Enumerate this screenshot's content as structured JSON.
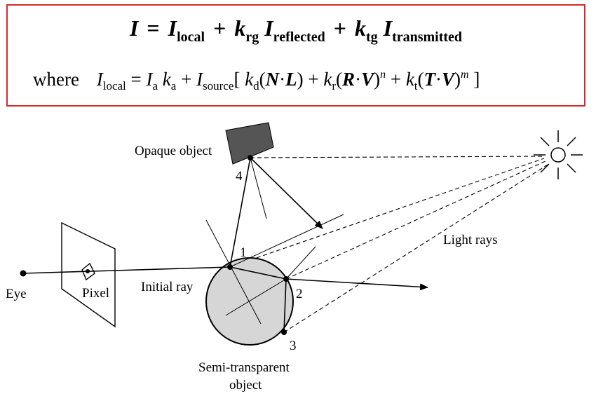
{
  "equation": {
    "I": "I",
    "eq": "=",
    "plus": "+",
    "I_local_sub": "local",
    "k_rg_sub": "rg",
    "I_reflected_sub": "reflected",
    "k_tg_sub": "tg",
    "I_transmitted_sub": "transmitted",
    "k": "k",
    "where": "where",
    "local_sub": "local",
    "a_sub": "a",
    "source_sub": "source",
    "d_sub": "d",
    "r_sub": "r",
    "t_sub": "t",
    "n_exp": "n",
    "m_exp": "m"
  },
  "labels": {
    "eye": "Eye",
    "pixel": "Pixel",
    "initial_ray": "Initial ray",
    "opaque_object": "Opaque object",
    "light_rays": "Light rays",
    "semi_transparent_line1": "Semi-transparent",
    "semi_transparent_line2": "object",
    "point_1": "1",
    "point_2": "2",
    "point_3": "3",
    "point_4": "4"
  },
  "colors": {
    "box_border": "#d42a2a",
    "sphere_fill": "#d6d6d6",
    "opaque_fill": "#555555"
  }
}
